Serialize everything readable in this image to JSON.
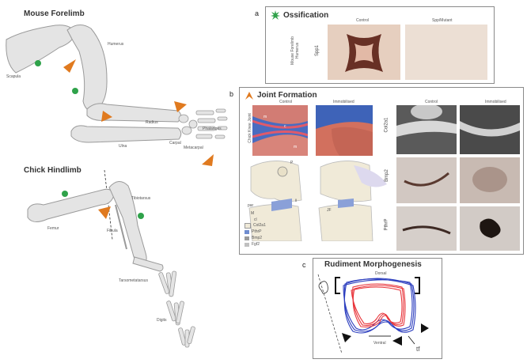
{
  "colors": {
    "arrow": "#e07a1f",
    "star": "#2fa24a",
    "bone": "#e4e4e4",
    "bone_stroke": "#9a9a9a",
    "red": "#e8343a",
    "blue": "#2d3fbf"
  },
  "left": {
    "mouse_title": "Mouse Forelimb",
    "chick_title": "Chick Hindlimb",
    "mouse_labels": {
      "scapula": "Scapula",
      "humerus": "Humerus",
      "radius": "Radius",
      "ulna": "Ulna",
      "carpal": "Carpal",
      "metacarpal": "Metacarpal",
      "phalanges": "Phalanges"
    },
    "chick_labels": {
      "femur": "Femur",
      "tibiotarsus": "Tibiotarsus",
      "fibula": "Fibula",
      "tarsometatarsus": "Tarsometatarsus",
      "digits": "Digits"
    }
  },
  "panel_a": {
    "letter": "a",
    "title": "Ossification",
    "col1": "Control",
    "col2": "Spp/Mutant",
    "row_label_1": "Mouse Forelimb",
    "row_label_2": "Humerus",
    "gene": "Spp1"
  },
  "panel_b": {
    "letter": "b",
    "title": "Joint Formation",
    "col1": "Control",
    "col2": "Immobilised",
    "col3": "Control",
    "col4": "Immobilised",
    "row_label": "Chick Knee Joint",
    "genes": [
      "Col2a1",
      "Bmp2",
      "PthrP"
    ],
    "diagram_labels": {
      "p": "P",
      "ii": "ii",
      "par": "par",
      "m": "M",
      "cl": "cl",
      "jf": "JF"
    },
    "legend": [
      "Col2a1",
      "PthrP",
      "Bmp2",
      "Fgf2"
    ],
    "histo_labels": {
      "m1": "m",
      "m2": "m",
      "c": "c"
    }
  },
  "panel_c": {
    "letter": "c",
    "title": "Rudiment Morphogenesis",
    "dorsal": "Dorsal",
    "ventral": "Ventral",
    "tf": "tf"
  }
}
